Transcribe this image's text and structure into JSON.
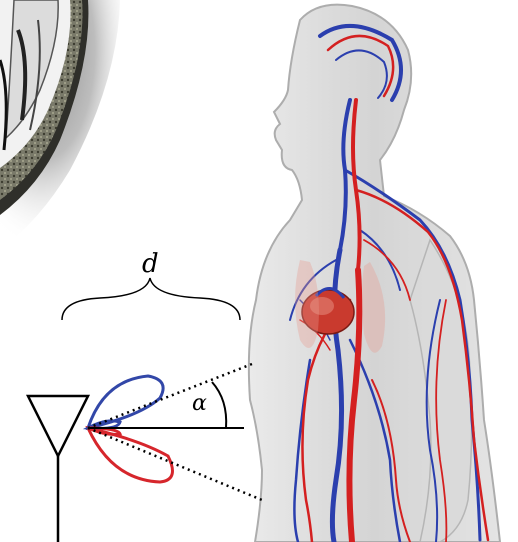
{
  "labels": {
    "distance": "d",
    "angle": "α"
  },
  "icons": {
    "antenna": "antenna-icon",
    "radiation_pattern": "radiation-pattern-lobes",
    "human_body": "human-body-vascular-model",
    "scanner": "mri-scanner-ring"
  },
  "colors": {
    "artery": "#d42020",
    "vein": "#2b3fae",
    "lobe_upper": "#3247a8",
    "lobe_lower": "#d6262c",
    "skin": "#d6d6d6",
    "line": "#000000"
  }
}
